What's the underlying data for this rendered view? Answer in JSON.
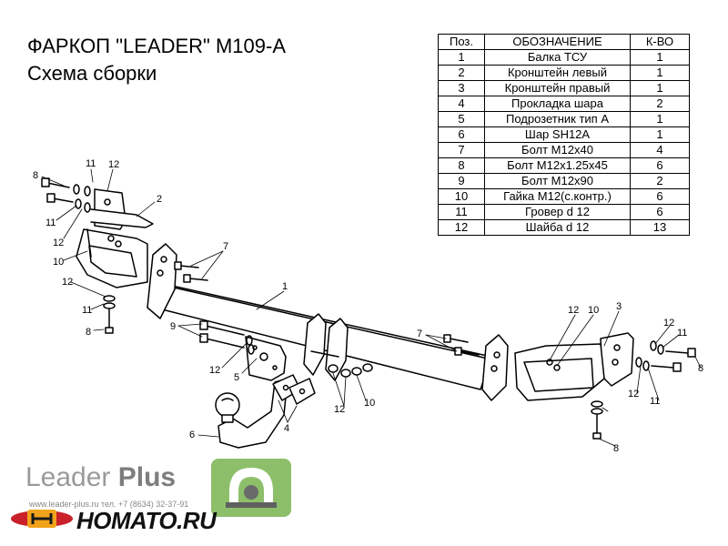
{
  "title": {
    "line1": "ФАРКОП \"LEADER\" M109-A",
    "line2": "Схема сборки"
  },
  "table": {
    "headers": [
      "Поз.",
      "ОБОЗНАЧЕНИЕ",
      "К-ВО"
    ],
    "rows": [
      [
        "1",
        "Балка ТСУ",
        "1"
      ],
      [
        "2",
        "Кронштейн левый",
        "1"
      ],
      [
        "3",
        "Кронштейн правый",
        "1"
      ],
      [
        "4",
        "Прокладка шара",
        "2"
      ],
      [
        "5",
        "Подрозетник тип А",
        "1"
      ],
      [
        "6",
        "Шар SH12A",
        "1"
      ],
      [
        "7",
        "Болт М12х40",
        "4"
      ],
      [
        "8",
        "Болт М12х1.25х45",
        "6"
      ],
      [
        "9",
        "Болт М12х90",
        "2"
      ],
      [
        "10",
        "Гайка М12(с.контр.)",
        "6"
      ],
      [
        "11",
        "Гровер d 12",
        "6"
      ],
      [
        "12",
        "Шайба d 12",
        "13"
      ]
    ]
  },
  "callouts": [
    {
      "text": "8"
    },
    {
      "text": "11"
    },
    {
      "text": "12"
    },
    {
      "text": "2"
    },
    {
      "text": "11"
    },
    {
      "text": "12"
    },
    {
      "text": "10"
    },
    {
      "text": "12"
    },
    {
      "text": "11"
    },
    {
      "text": "8"
    },
    {
      "text": "7"
    },
    {
      "text": "1"
    },
    {
      "text": "9"
    },
    {
      "text": "12"
    },
    {
      "text": "5"
    },
    {
      "text": "12"
    },
    {
      "text": "10"
    },
    {
      "text": "4"
    },
    {
      "text": "6"
    },
    {
      "text": "7"
    },
    {
      "text": "12"
    },
    {
      "text": "10"
    },
    {
      "text": "3"
    },
    {
      "text": "12"
    },
    {
      "text": "11"
    },
    {
      "text": "8"
    },
    {
      "text": "12"
    },
    {
      "text": "11"
    },
    {
      "text": "8"
    }
  ],
  "brand": {
    "name_light": "Leader ",
    "name_bold": "Plus",
    "contact": "www.leader-plus.ru   тел. +7 (8634) 32-37-91",
    "homato": "HOMATO.RU"
  }
}
